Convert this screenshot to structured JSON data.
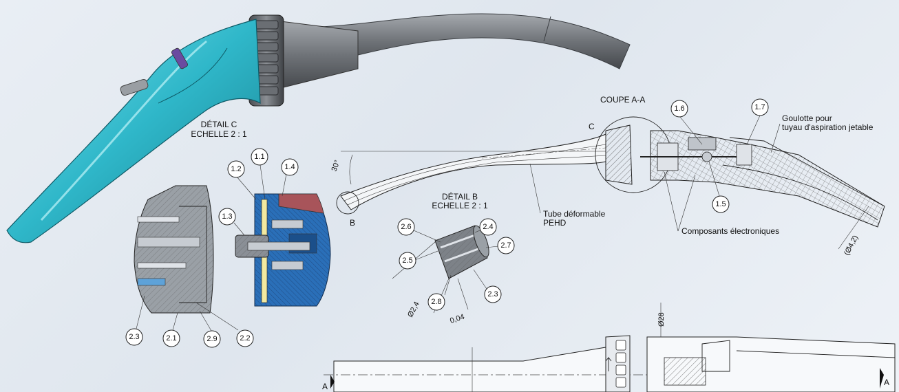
{
  "detail_c": {
    "title": "DÉTAIL C",
    "scale": "ECHELLE 2 : 1"
  },
  "detail_b": {
    "title": "DÉTAIL B",
    "scale": "ECHELLE 2 : 1"
  },
  "section": {
    "title": "COUPE A-A",
    "mark_c": "C",
    "mark_b": "B",
    "mark_a": "A"
  },
  "notes": {
    "tube_line1": "Tube déformable",
    "tube_line2": "PEHD",
    "goulotte_line1": "Goulotte pour",
    "goulotte_line2": "tuyau d'aspiration jetable",
    "composants": "Composants électroniques"
  },
  "dimensions": {
    "angle": "30°",
    "dia_42": "(Ø4,2)",
    "dia_24": "Ø2,4",
    "len_004": "0,04",
    "dia_28": "Ø28"
  },
  "balloons": {
    "b11": "1.1",
    "b12": "1.2",
    "b13": "1.3",
    "b14": "1.4",
    "b15": "1.5",
    "b16": "1.6",
    "b17": "1.7",
    "b21": "2.1",
    "b22": "2.2",
    "b23a": "2.3",
    "b23b": "2.3",
    "b24": "2.4",
    "b25": "2.5",
    "b26": "2.6",
    "b27": "2.7",
    "b28": "2.8",
    "b29": "2.9"
  },
  "colors": {
    "handle": "#2fb7c9",
    "tube": "#6f7378",
    "section_blue": "#2a6fb8",
    "section_gray": "#8a8f96",
    "cap_red": "#a8545a"
  }
}
